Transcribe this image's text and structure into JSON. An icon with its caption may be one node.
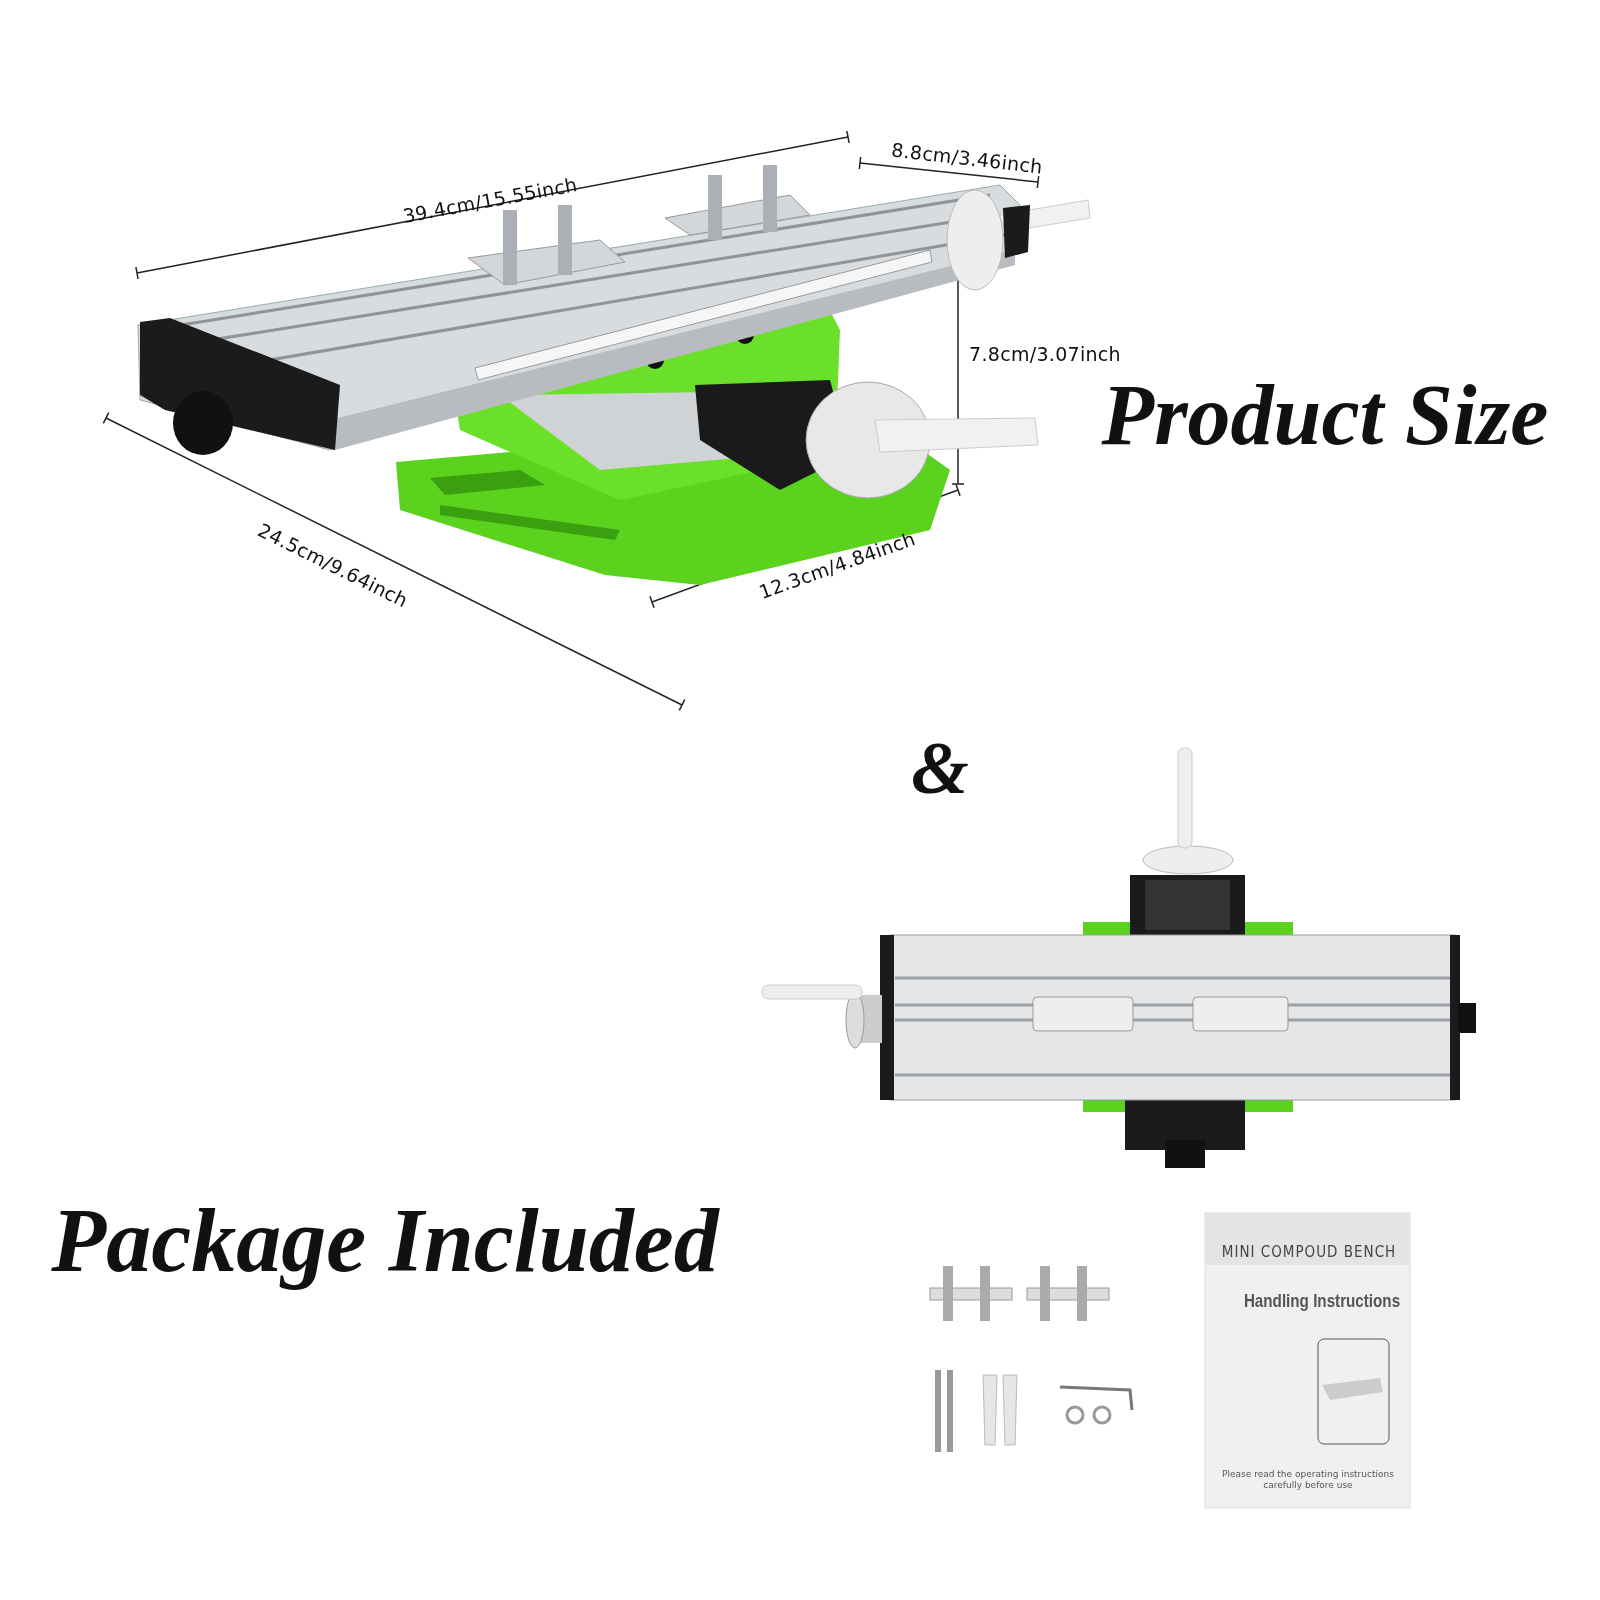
{
  "diagram": {
    "labels": [
      "39.4cm/15.55inch",
      "8.8cm/3.46inch",
      "7.8cm/3.07inch",
      "Product Size",
      "24.5cm/9.64inch",
      "12.3cm/4.84inch",
      "&",
      "Package Included",
      "MINI COMPOUD BENCH",
      "Handling Instructions",
      "Please read the operating instructions carefully before use"
    ]
  }
}
